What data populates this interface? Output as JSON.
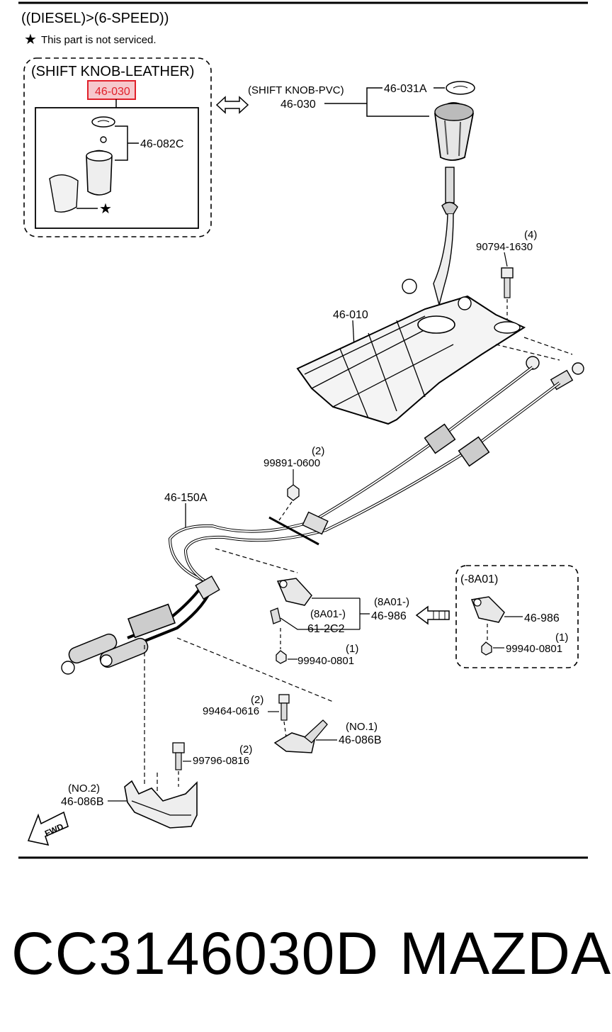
{
  "header": {
    "title": "((DIESEL)>(6-SPEED))",
    "note": "This part is not serviced."
  },
  "leather_box": {
    "title": "(SHIFT KNOB-LEATHER)",
    "highlight_label": "46-030",
    "label_082c": "46-082C"
  },
  "pvc": {
    "title": "(SHIFT KNOB-PVC)",
    "label_030": "46-030",
    "label_031a": "46-031A"
  },
  "bolt_top": {
    "qty": "(4)",
    "label": "90794-1630"
  },
  "shifter_base": {
    "label": "46-010"
  },
  "nut": {
    "qty": "(2)",
    "label": "99891-0600"
  },
  "cable": {
    "label": "46-150A"
  },
  "bracket_mid": {
    "qty_8a01": "(8A01-)",
    "label_986": "46-986",
    "qty_8a01_inner": "(8A01-)",
    "label_2c2": "61-2C2",
    "qty_nut": "(1)",
    "label_nut": "99940-0801"
  },
  "box_8a01": {
    "title": "(-8A01)",
    "label_986": "46-986",
    "qty_nut": "(1)",
    "label_nut": "99940-0801"
  },
  "bolt_616": {
    "qty": "(2)",
    "label": "99464-0616"
  },
  "bracket_no1": {
    "qty": "(NO.1)",
    "label": "46-086B"
  },
  "bolt_816": {
    "qty": "(2)",
    "label": "99796-0816"
  },
  "bracket_no2": {
    "qty": "(NO.2)",
    "label": "46-086B"
  },
  "fwd": {
    "label": "FWD"
  },
  "footer": {
    "part_number": "CC3146030D",
    "brand": "MAZDA"
  },
  "colors": {
    "highlight": "#e0202a",
    "highlight_fill": "#f6c8cc"
  }
}
